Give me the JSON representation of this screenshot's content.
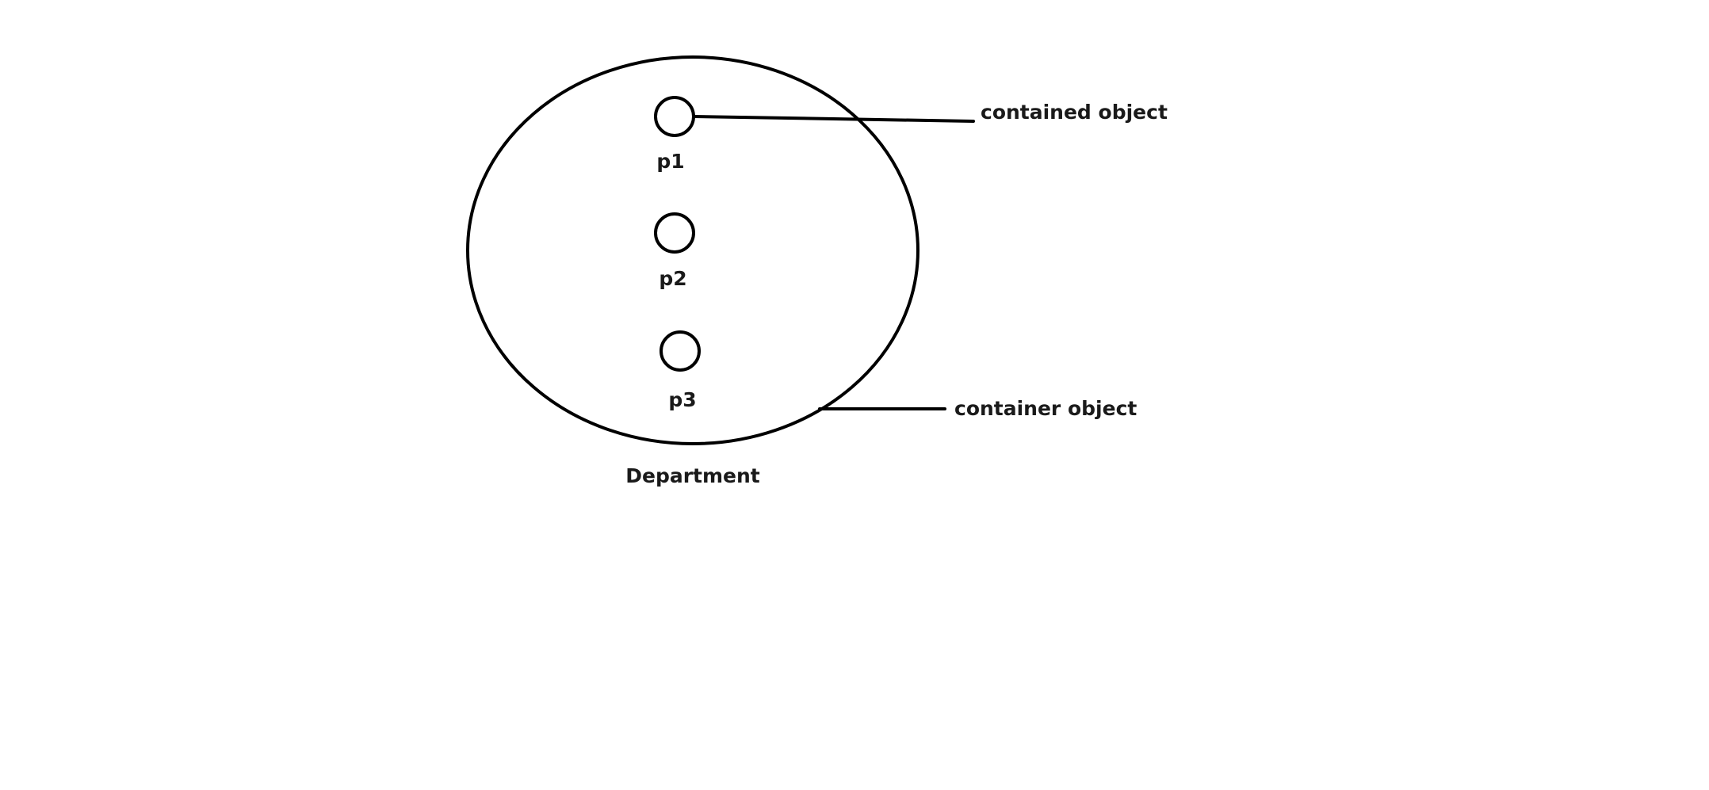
{
  "diagram": {
    "container": {
      "label": "Department"
    },
    "objects": [
      {
        "label": "p1"
      },
      {
        "label": "p2"
      },
      {
        "label": "p3"
      }
    ],
    "annotations": {
      "contained": "contained object",
      "container": "container object"
    },
    "colors": {
      "stroke": "#000000",
      "text": "#1a1a1a",
      "background": "#ffffff"
    }
  }
}
